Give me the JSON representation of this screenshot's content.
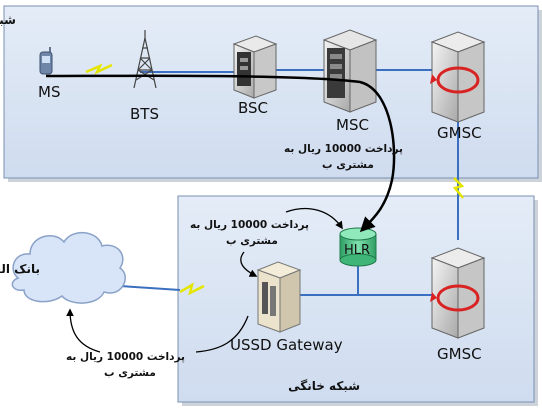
{
  "regions": {
    "visited_network": "شبکه بازدید شده",
    "home_network": "شبکه خانگی",
    "bank": "بانک الف"
  },
  "nodes": {
    "ms": "MS",
    "bts": "BTS",
    "bsc": "BSC",
    "msc": "MSC",
    "gmsc_top": "GMSC",
    "hlr": "HLR",
    "ussd": "USSD Gateway",
    "gmsc_bottom": "GMSC"
  },
  "annotations": {
    "msc_to_hlr": [
      "پرداخت 10000 ریال به",
      "مشتری ب"
    ],
    "hlr_to_ussd": [
      "پرداخت 10000 ریال به",
      "مشتری ب"
    ],
    "ussd_to_bank": [
      "پرداخت 10000 ریال به",
      "مشتری ب"
    ]
  },
  "colors": {
    "panel_fill": "#d8e4f4",
    "panel_border": "#7a8fb0",
    "link": "#3b6fbf",
    "hlr": "#4bc98a",
    "arrow": "#000000",
    "gmsc_mark": "#d92222",
    "lightning": "#e4e600"
  }
}
